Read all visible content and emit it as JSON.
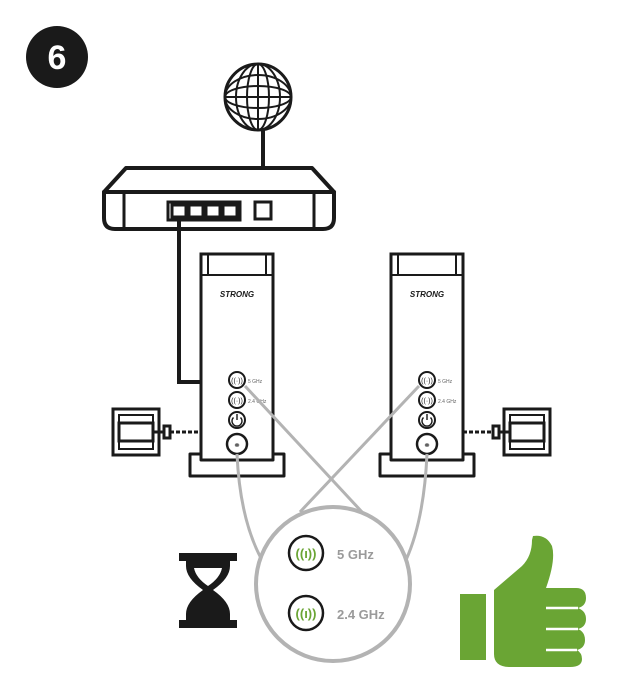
{
  "step": {
    "number": "6"
  },
  "device_left": {
    "brand": "STRONG",
    "led_labels": [
      "5 GHz",
      "2.4 GHz"
    ]
  },
  "device_right": {
    "brand": "STRONG",
    "led_labels": [
      "5 GHz",
      "2.4 GHz"
    ]
  },
  "callout": {
    "labels": [
      "5 GHz",
      "2.4 GHz"
    ]
  },
  "icons": [
    "globe-icon",
    "router",
    "ethernet-ports",
    "power-socket-left",
    "power-socket-right",
    "wifi-led-icon",
    "power-led-icon",
    "hourglass-icon",
    "thumbs-up-icon"
  ],
  "colors": {
    "line": "#1a1a1a",
    "leader": "#b3b3b3",
    "accent_green": "#6aa534",
    "callout_text": "#9a9a9a"
  }
}
